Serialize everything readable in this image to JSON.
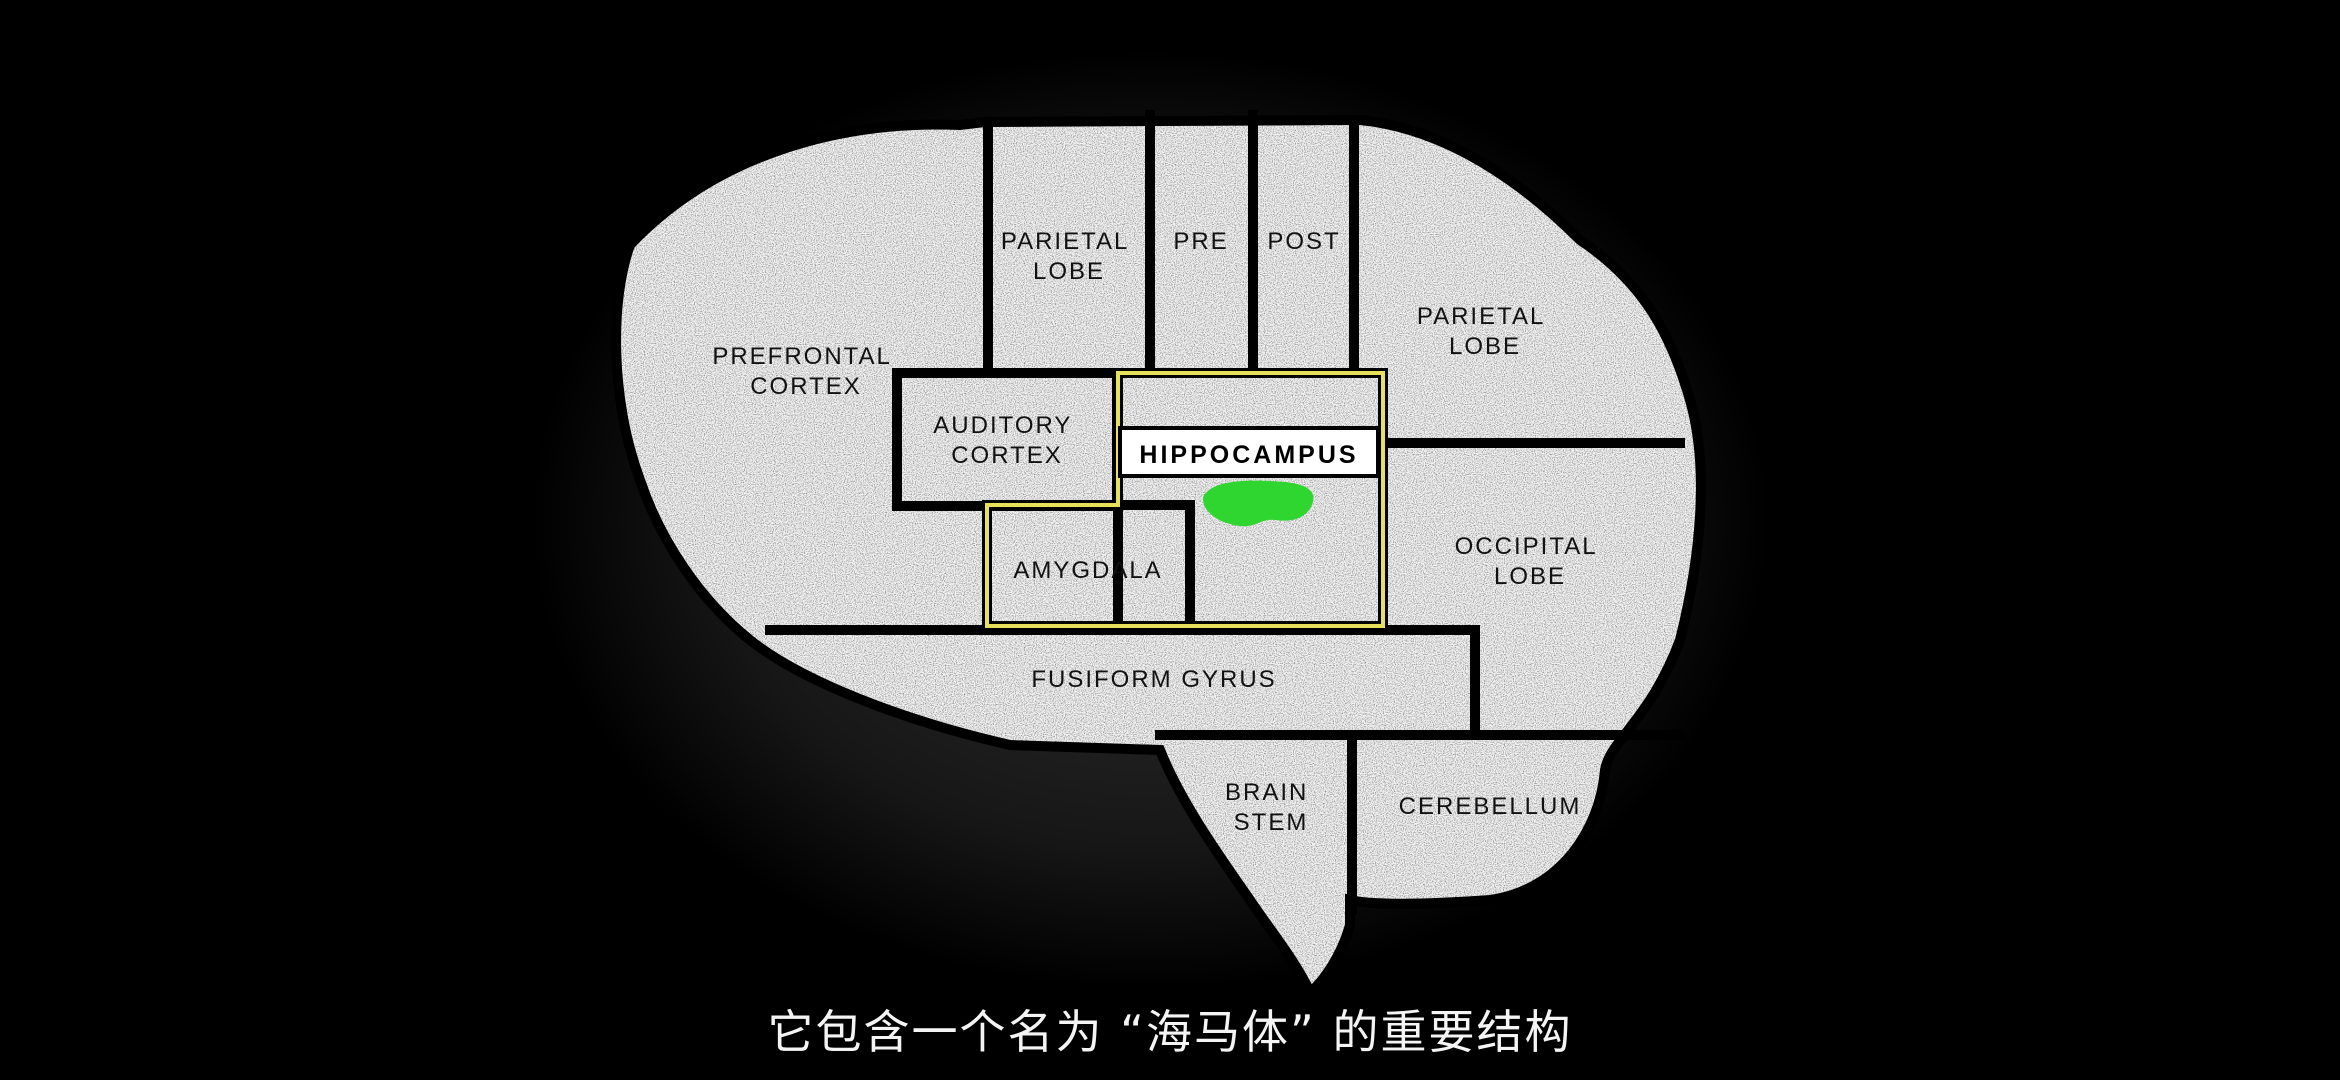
{
  "regions": {
    "prefrontal_cortex": [
      "PREFRONTAL",
      "CORTEX"
    ],
    "parietal_lobe_left": [
      "PARIETAL",
      "LOBE"
    ],
    "pre": "PRE",
    "post": "POST",
    "parietal_lobe_right": [
      "PARIETAL",
      "LOBE"
    ],
    "auditory_cortex": [
      "AUDITORY",
      "CORTEX"
    ],
    "hippocampus": "HIPPOCAMPUS",
    "amygdala": "AMYGDALA",
    "occipital_lobe": [
      "OCCIPITAL",
      "LOBE"
    ],
    "fusiform_gyrus": "FUSIFORM GYRUS",
    "brain_stem": [
      "BRAIN",
      "STEM"
    ],
    "cerebellum": "CEREBELLUM"
  },
  "subtitle": "它包含一个名为 “海马体” 的重要结构",
  "colors": {
    "background": "#000000",
    "region_fill": "#f4f4f4",
    "outline": "#000000",
    "highlight": "#e8e05a",
    "hippocampus_blob": "#2fd62f"
  }
}
